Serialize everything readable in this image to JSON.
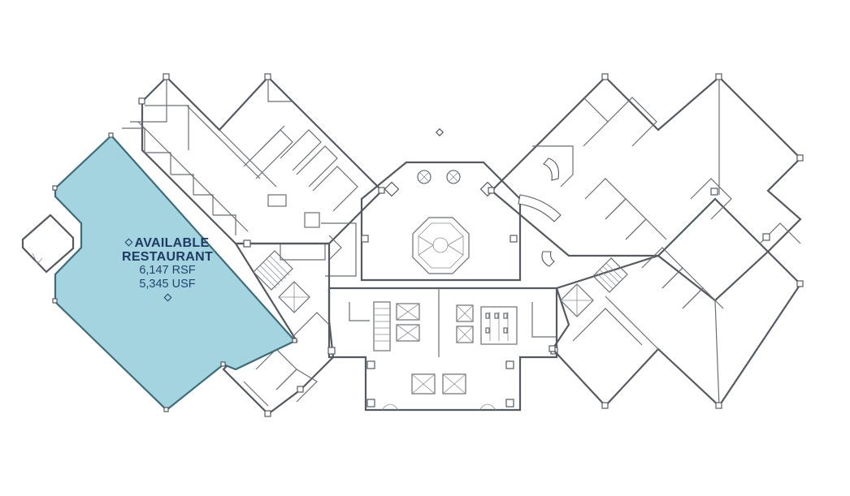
{
  "space_label": {
    "title_line1": "AVAILABLE",
    "title_line2": "RESTAURANT",
    "rentable_area": "6,147 RSF",
    "usable_area": "5,345 USF"
  },
  "colors": {
    "available_fill": "#a3d4e0",
    "label_text": "#1f3a64",
    "walls": "#555a60"
  }
}
